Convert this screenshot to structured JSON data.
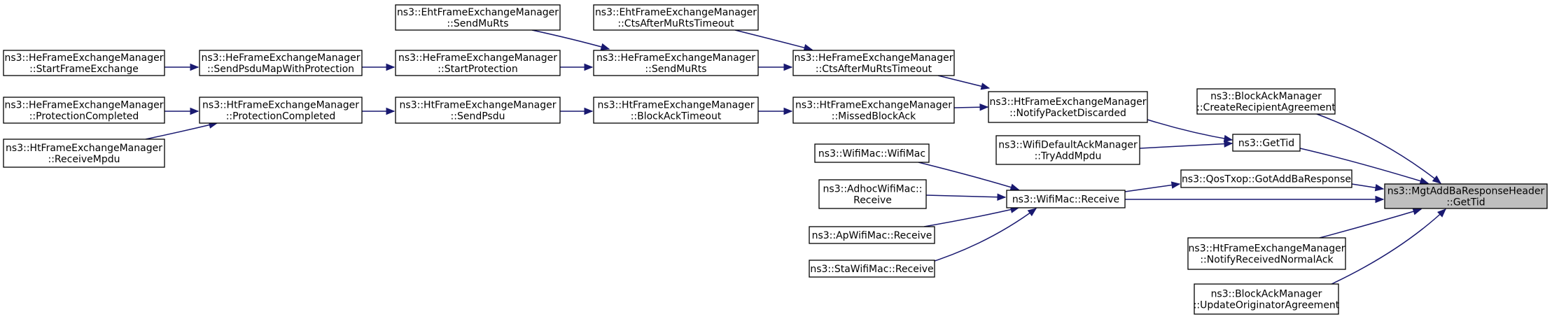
{
  "diagram": {
    "type": "call-graph",
    "colors": {
      "edge": "#191970",
      "root_fill": "#bfbfbf",
      "node_fill": "#ffffff",
      "border": "#000000"
    },
    "nodes": [
      {
        "id": "root",
        "lines": [
          "ns3::MgtAddBaResponseHeader",
          "::GetTid"
        ]
      },
      {
        "id": "gettid",
        "lines": [
          "ns3::GetTid"
        ]
      },
      {
        "id": "createRecipient",
        "lines": [
          "ns3::BlockAckManager",
          "::CreateRecipientAgreement"
        ]
      },
      {
        "id": "gotAddBa",
        "lines": [
          "ns3::QosTxop::GotAddBaResponse"
        ]
      },
      {
        "id": "wifiReceive",
        "lines": [
          "ns3::WifiMac::Receive"
        ]
      },
      {
        "id": "notifyNormalAck",
        "lines": [
          "ns3::HtFrameExchangeManager",
          "::NotifyReceivedNormalAck"
        ]
      },
      {
        "id": "updateOriginator",
        "lines": [
          "ns3::BlockAckManager",
          "::UpdateOriginatorAgreement"
        ]
      },
      {
        "id": "notifyPacketDiscarded",
        "lines": [
          "ns3::HtFrameExchangeManager",
          "::NotifyPacketDiscarded"
        ]
      },
      {
        "id": "tryAddMpdu",
        "lines": [
          "ns3::WifiDefaultAckManager",
          "::TryAddMpdu"
        ]
      },
      {
        "id": "heCtsTimeout",
        "lines": [
          "ns3::HeFrameExchangeManager",
          "::CtsAfterMuRtsTimeout"
        ]
      },
      {
        "id": "missedBlockAck",
        "lines": [
          "ns3::HtFrameExchangeManager",
          "::MissedBlockAck"
        ]
      },
      {
        "id": "ehtSendMuRts",
        "lines": [
          "ns3::EhtFrameExchangeManager",
          "::SendMuRts"
        ]
      },
      {
        "id": "ehtCtsTimeout",
        "lines": [
          "ns3::EhtFrameExchangeManager",
          "::CtsAfterMuRtsTimeout"
        ]
      },
      {
        "id": "heSendMuRts",
        "lines": [
          "ns3::HeFrameExchangeManager",
          "::SendMuRts"
        ]
      },
      {
        "id": "heStartProtection",
        "lines": [
          "ns3::HeFrameExchangeManager",
          "::StartProtection"
        ]
      },
      {
        "id": "heSendPsduMap",
        "lines": [
          "ns3::HeFrameExchangeManager",
          "::SendPsduMapWithProtection"
        ]
      },
      {
        "id": "heStartFrameExchange",
        "lines": [
          "ns3::HeFrameExchangeManager",
          "::StartFrameExchange"
        ]
      },
      {
        "id": "htBlockAckTimeout",
        "lines": [
          "ns3::HtFrameExchangeManager",
          "::BlockAckTimeout"
        ]
      },
      {
        "id": "htSendPsdu",
        "lines": [
          "ns3::HtFrameExchangeManager",
          "::SendPsdu"
        ]
      },
      {
        "id": "htProtectionCompleted",
        "lines": [
          "ns3::HtFrameExchangeManager",
          "::ProtectionCompleted"
        ]
      },
      {
        "id": "heProtectionCompleted",
        "lines": [
          "ns3::HeFrameExchangeManager",
          "::ProtectionCompleted"
        ]
      },
      {
        "id": "htReceiveMpdu",
        "lines": [
          "ns3::HtFrameExchangeManager",
          "::ReceiveMpdu"
        ]
      },
      {
        "id": "wifiMacCtor",
        "lines": [
          "ns3::WifiMac::WifiMac"
        ]
      },
      {
        "id": "adhocReceive",
        "lines": [
          "ns3::AdhocWifiMac::",
          "Receive"
        ]
      },
      {
        "id": "apReceive",
        "lines": [
          "ns3::ApWifiMac::Receive"
        ]
      },
      {
        "id": "staReceive",
        "lines": [
          "ns3::StaWifiMac::Receive"
        ]
      }
    ],
    "edges": [
      {
        "from": "gettid",
        "to": "root"
      },
      {
        "from": "createRecipient",
        "to": "root"
      },
      {
        "from": "gotAddBa",
        "to": "root"
      },
      {
        "from": "wifiReceive",
        "to": "root"
      },
      {
        "from": "notifyNormalAck",
        "to": "root"
      },
      {
        "from": "updateOriginator",
        "to": "root"
      },
      {
        "from": "notifyPacketDiscarded",
        "to": "gettid"
      },
      {
        "from": "tryAddMpdu",
        "to": "gettid"
      },
      {
        "from": "wifiReceive",
        "to": "gotAddBa"
      },
      {
        "from": "heCtsTimeout",
        "to": "notifyPacketDiscarded"
      },
      {
        "from": "missedBlockAck",
        "to": "notifyPacketDiscarded"
      },
      {
        "from": "ehtCtsTimeout",
        "to": "heCtsTimeout"
      },
      {
        "from": "heSendMuRts",
        "to": "heCtsTimeout"
      },
      {
        "from": "ehtSendMuRts",
        "to": "heSendMuRts"
      },
      {
        "from": "heStartProtection",
        "to": "heSendMuRts"
      },
      {
        "from": "heSendPsduMap",
        "to": "heStartProtection"
      },
      {
        "from": "heStartFrameExchange",
        "to": "heSendPsduMap"
      },
      {
        "from": "htBlockAckTimeout",
        "to": "missedBlockAck"
      },
      {
        "from": "htSendPsdu",
        "to": "htBlockAckTimeout"
      },
      {
        "from": "htProtectionCompleted",
        "to": "htSendPsdu"
      },
      {
        "from": "heProtectionCompleted",
        "to": "htProtectionCompleted"
      },
      {
        "from": "htReceiveMpdu",
        "to": "htProtectionCompleted"
      },
      {
        "from": "wifiMacCtor",
        "to": "wifiReceive"
      },
      {
        "from": "adhocReceive",
        "to": "wifiReceive"
      },
      {
        "from": "apReceive",
        "to": "wifiReceive"
      },
      {
        "from": "staReceive",
        "to": "wifiReceive"
      }
    ]
  }
}
